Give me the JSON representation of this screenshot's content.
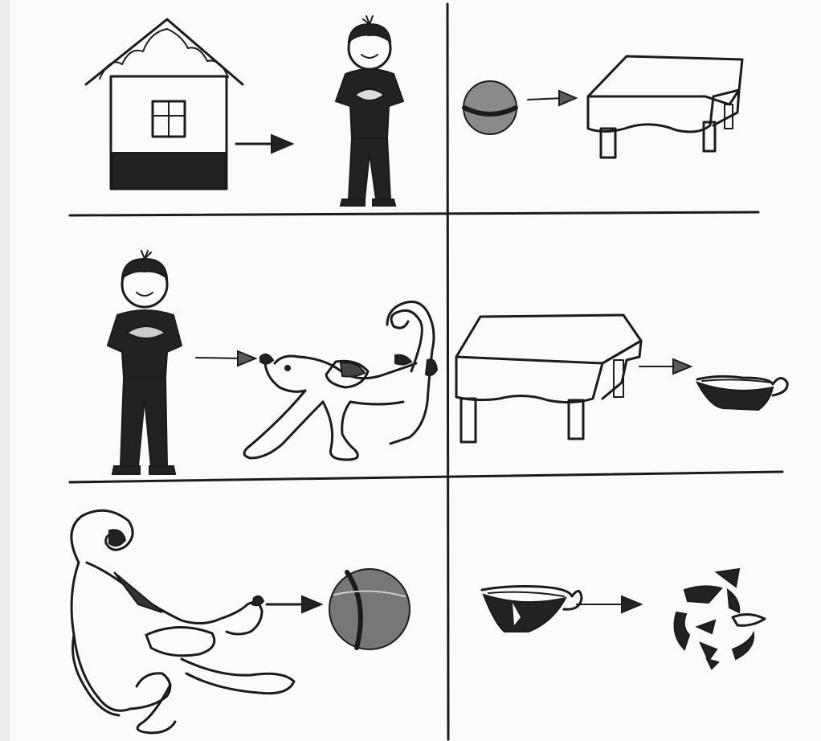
{
  "title": "",
  "panels": [
    {
      "from": "house",
      "to": "boy"
    },
    {
      "from": "ball",
      "to": "table"
    },
    {
      "from": "boy",
      "to": "dog"
    },
    {
      "from": "table",
      "to": "cup"
    },
    {
      "from": "dog",
      "to": "ball"
    },
    {
      "from": "cup",
      "to": "broken-cup-shards"
    }
  ],
  "colors": {
    "paper": "#fbfbf9",
    "ink": "#1b1b1b",
    "margin": "#ececea"
  }
}
